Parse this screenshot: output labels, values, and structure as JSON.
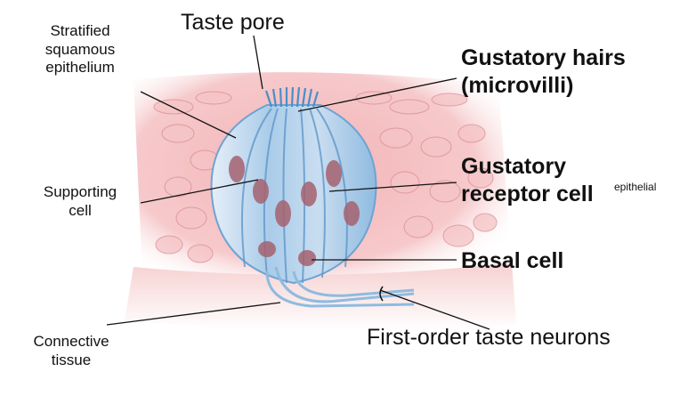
{
  "labels": {
    "taste_pore": "Taste pore",
    "stratified": [
      "Stratified",
      "squamous",
      "epithelium"
    ],
    "gustatory_hairs": [
      "Gustatory hairs",
      "(microvilli)"
    ],
    "supporting": [
      "Supporting",
      "cell"
    ],
    "gustatory_receptor": [
      "Gustatory",
      "receptor cell"
    ],
    "epithelial_note": "epithelial",
    "basal_cell": "Basal cell",
    "connective": [
      "Connective",
      "tissue"
    ],
    "first_order": "First-order taste neurons"
  },
  "colors": {
    "tissue_pink": "#f2b7b9",
    "cell_outline": "#d88c92",
    "bud_blue": "#9fc6e6",
    "bud_light": "#dde9f5",
    "nucleus": "#a5626f",
    "hair_blue": "#4a8fc8",
    "leader_line": "#111111"
  }
}
